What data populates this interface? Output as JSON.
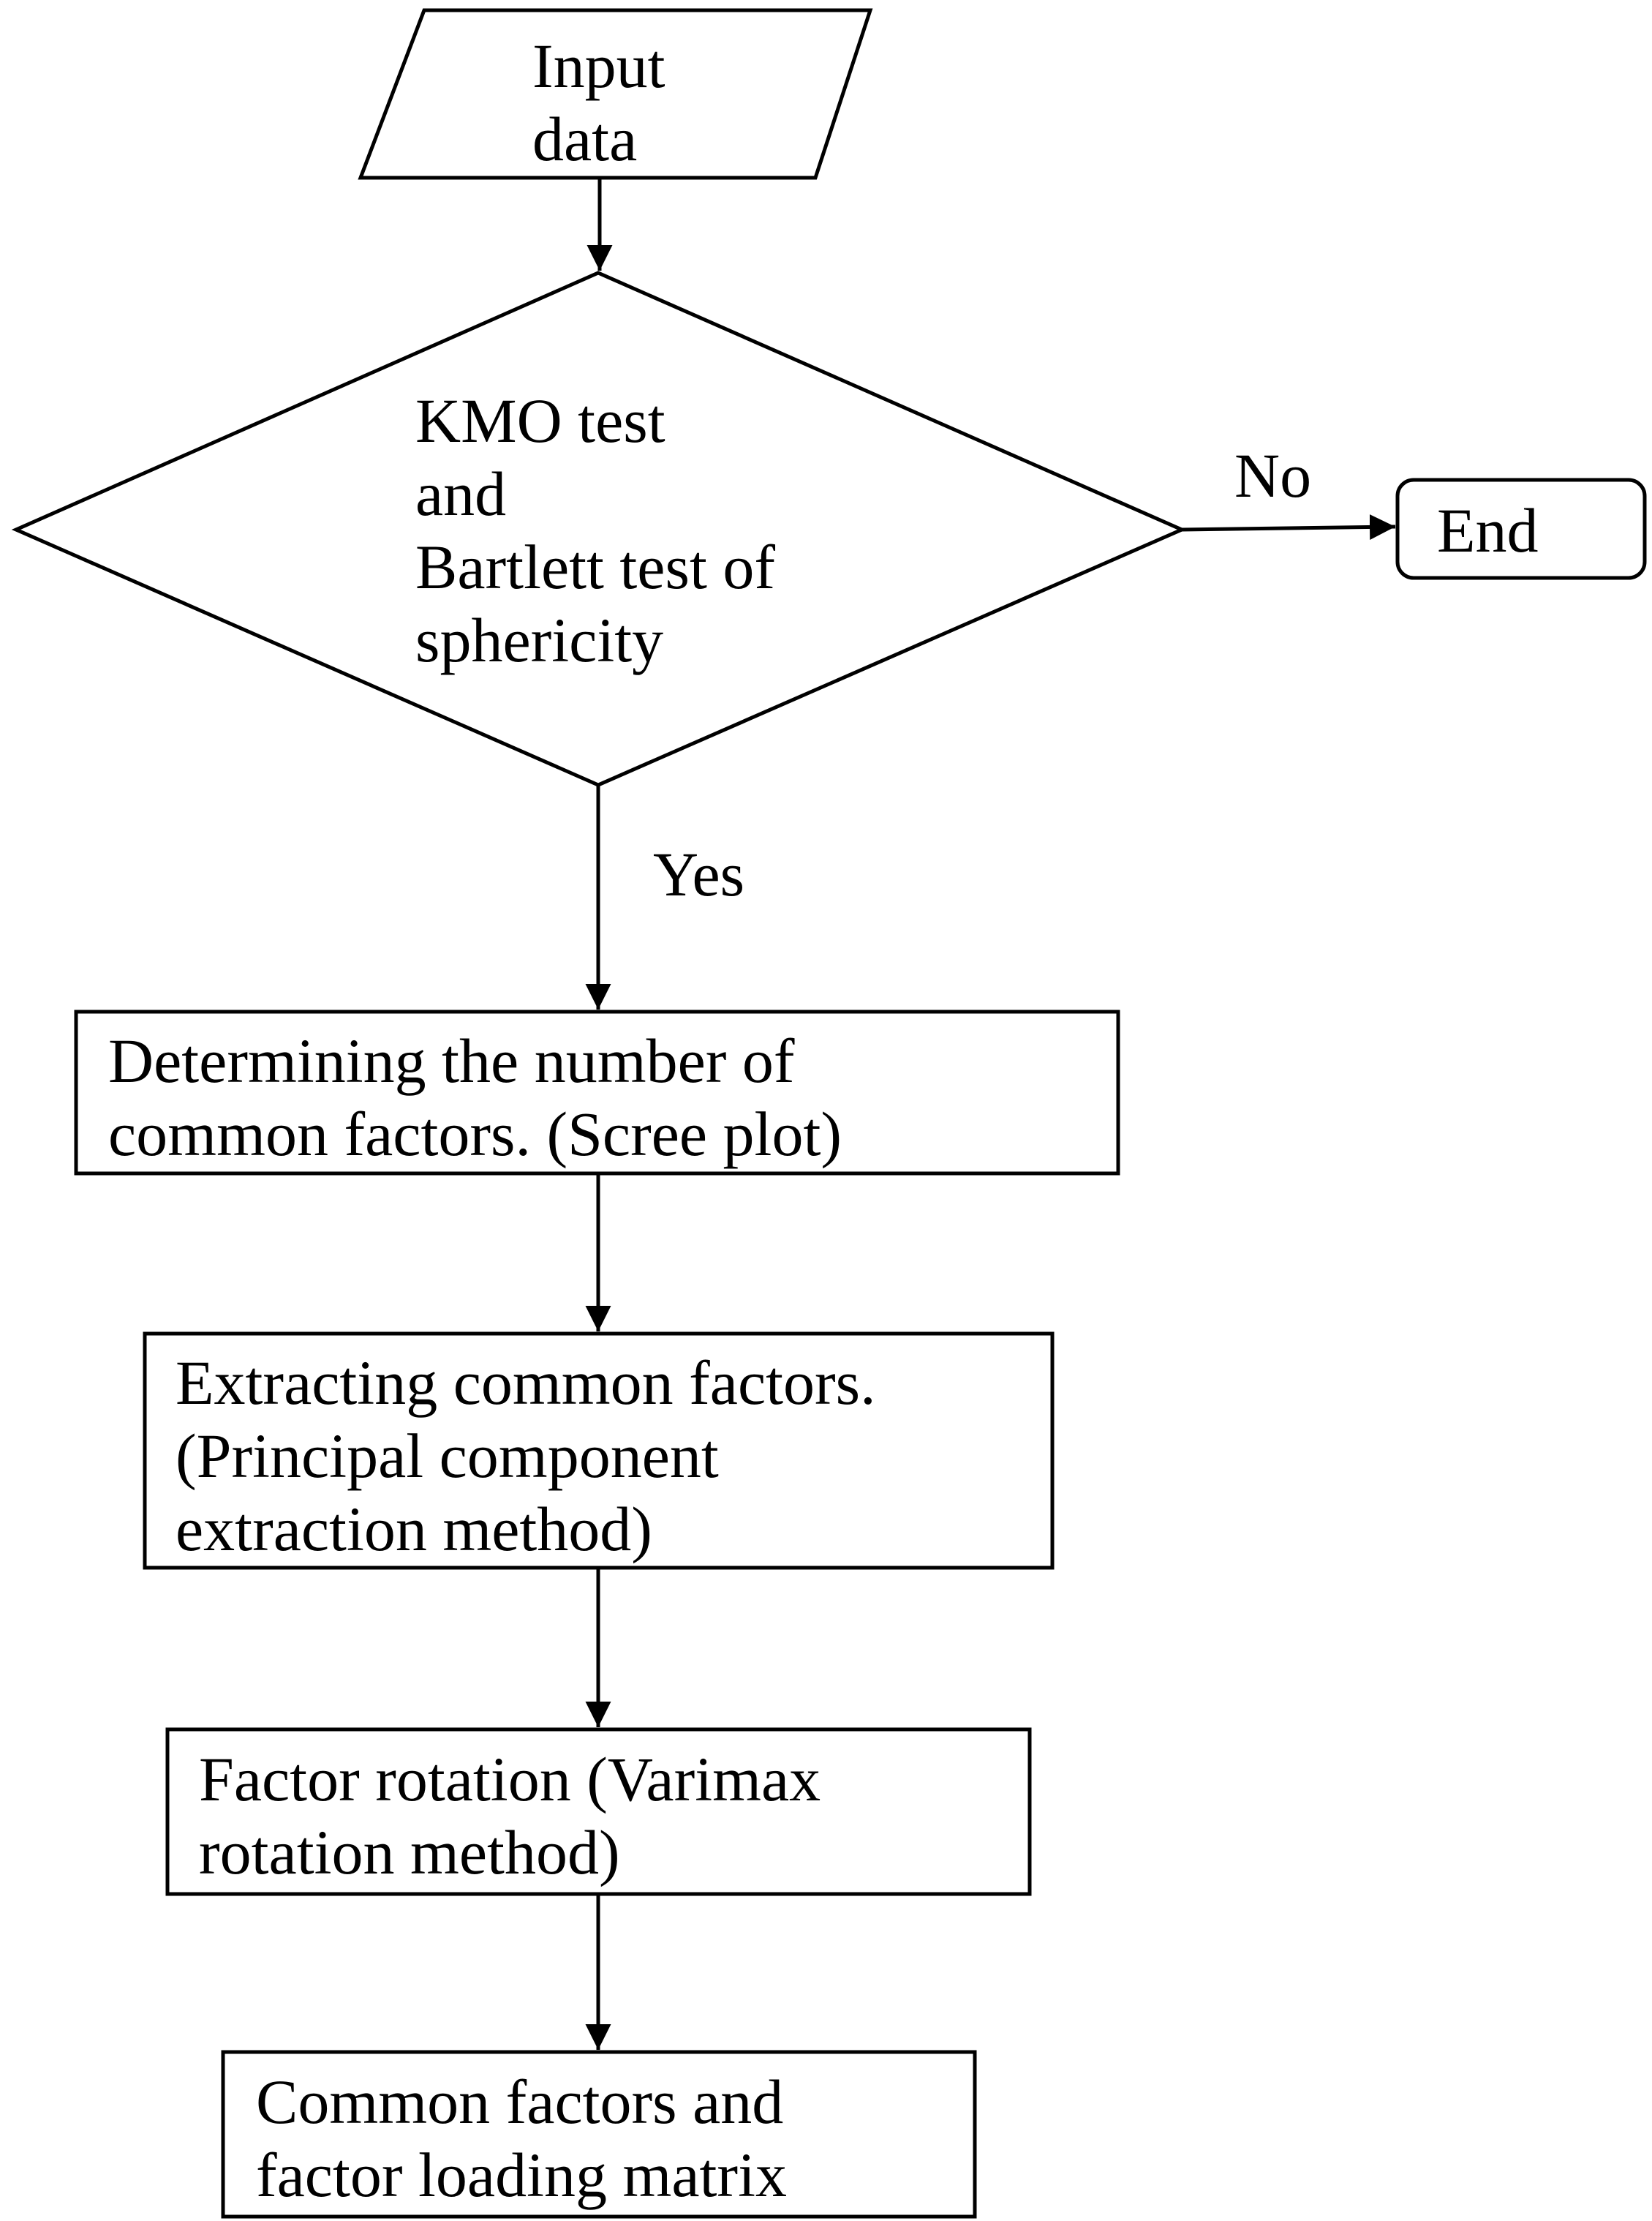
{
  "flowchart": {
    "input": {
      "lines": [
        "Input",
        "data"
      ]
    },
    "decision": {
      "lines": [
        "KMO test",
        "and",
        "Bartlett test of",
        "sphericity"
      ]
    },
    "no_label": "No",
    "yes_label": "Yes",
    "end": {
      "label": "End"
    },
    "step1": {
      "lines": [
        "Determining the number of",
        "common factors. (Scree plot)"
      ]
    },
    "step2": {
      "lines": [
        "Extracting common factors.",
        "(Principal component",
        "extraction method)"
      ]
    },
    "step3": {
      "lines": [
        "Factor rotation (Varimax",
        "rotation method)"
      ]
    },
    "output": {
      "lines": [
        "Common factors and",
        "factor loading matrix"
      ]
    }
  }
}
